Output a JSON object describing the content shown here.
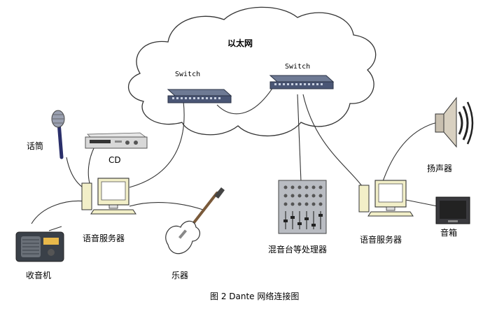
{
  "network": {
    "title": "以太网"
  },
  "switches": [
    {
      "label": "Switch"
    },
    {
      "label": "Switch"
    }
  ],
  "devices": {
    "microphone": "话筒",
    "cd": "CD",
    "radio": "收音机",
    "instrument": "乐器",
    "voice_server_left": "语音服务器",
    "mixer": "混音台等处理器",
    "voice_server_right": "语音服务器",
    "speaker": "扬声器",
    "speaker_box": "音箱"
  },
  "caption": "图 2 Dante 网络连接图"
}
